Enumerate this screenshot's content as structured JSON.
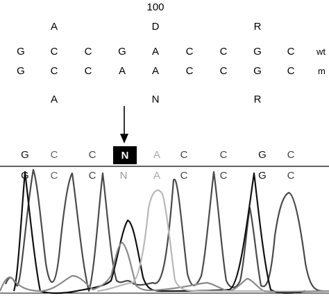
{
  "position_label": "100",
  "wt_aa": [
    "A",
    "D",
    "R"
  ],
  "mut_aa": [
    "A",
    "N",
    "R"
  ],
  "wt_seq": [
    "G",
    "C",
    "C",
    "G",
    "A",
    "C",
    "C",
    "G",
    "C"
  ],
  "mut_seq": [
    "G",
    "C",
    "C",
    "A",
    "A",
    "C",
    "C",
    "G",
    "C"
  ],
  "wt_label": "wt",
  "mut_label": "m",
  "called_bases": [
    "G",
    "C",
    "C",
    "N",
    "A",
    "C",
    "C",
    "G",
    "C"
  ],
  "called_bases_lower": [
    "G",
    "C",
    "C",
    "N",
    "A",
    "C",
    "C",
    "G",
    "C"
  ],
  "mutation_call": "N",
  "colors": {
    "trace_black": "#111111",
    "trace_dark_gray": "#4a4a4a",
    "trace_mid_gray": "#8a8a8a",
    "trace_light_gray": "#b8b8b8",
    "highlight_box": "#000000",
    "highlight_text": "#ffffff"
  }
}
